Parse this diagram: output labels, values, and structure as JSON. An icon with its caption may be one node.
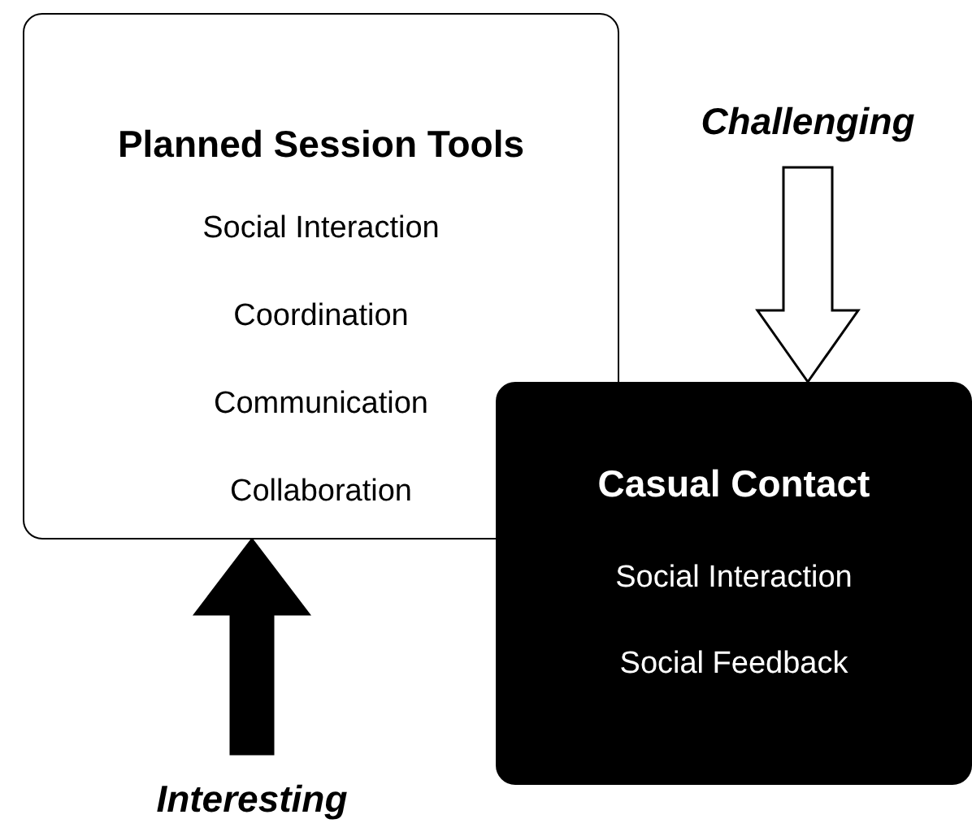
{
  "diagram": {
    "nodes": [
      {
        "text": [
          "Planned Session Tools",
          "Social Interaction",
          "Coordination",
          "Communication",
          "Collaboration"
        ]
      },
      {
        "text": [
          "Casual Contact",
          "Social Interaction",
          "Social Feedback"
        ]
      },
      {
        "text": [
          "Challenging"
        ]
      },
      {
        "text": [
          "Interesting"
        ]
      }
    ],
    "edges": [
      {
        "from": 2,
        "to": 1,
        "arrow": "to",
        "style": "thick"
      },
      {
        "from": 3,
        "to": 0,
        "arrow": "to",
        "style": "thick",
        "color": "#000000"
      }
    ]
  }
}
